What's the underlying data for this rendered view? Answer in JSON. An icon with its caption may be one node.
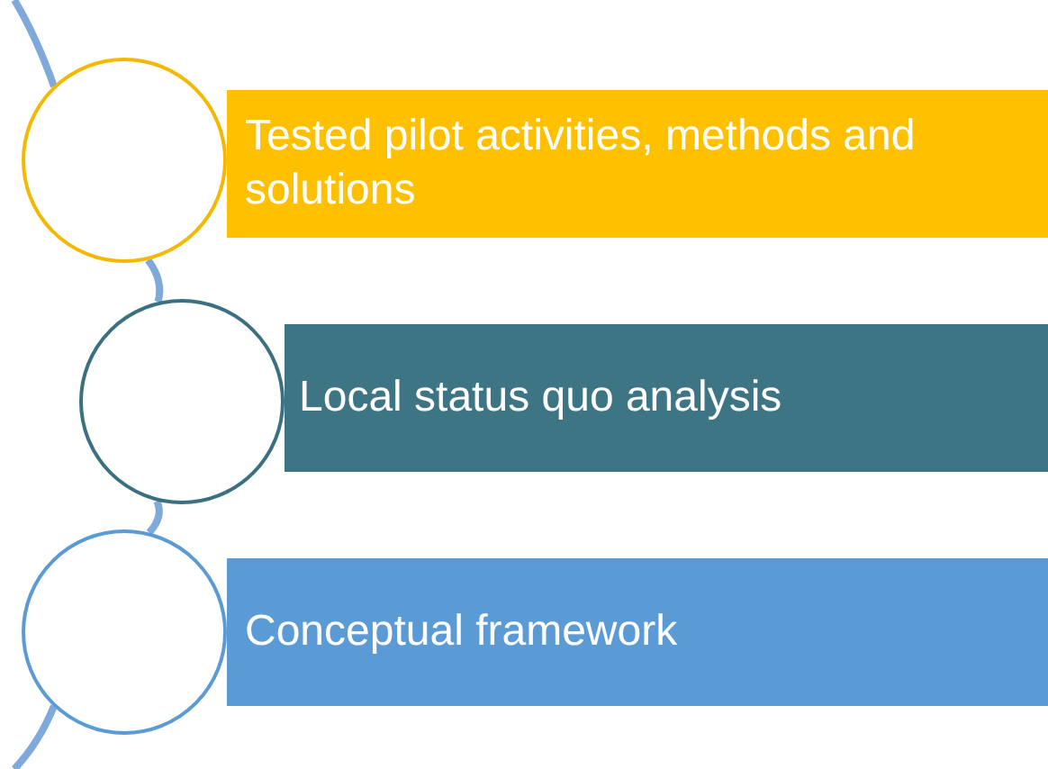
{
  "diagram": {
    "nodes": [
      {
        "text": [],
        "shape": "circle"
      },
      {
        "text": [
          "Tested pilot activities, methods and solutions"
        ]
      },
      {
        "text": [],
        "shape": "circle"
      },
      {
        "text": [
          "Local status quo analysis"
        ]
      },
      {
        "text": [],
        "shape": "circle"
      },
      {
        "text": [
          "Conceptual framework"
        ]
      }
    ],
    "edges": [
      {
        "from": 0,
        "to": 2,
        "arrow": "none"
      },
      {
        "from": 2,
        "to": 4,
        "arrow": "none"
      }
    ]
  }
}
